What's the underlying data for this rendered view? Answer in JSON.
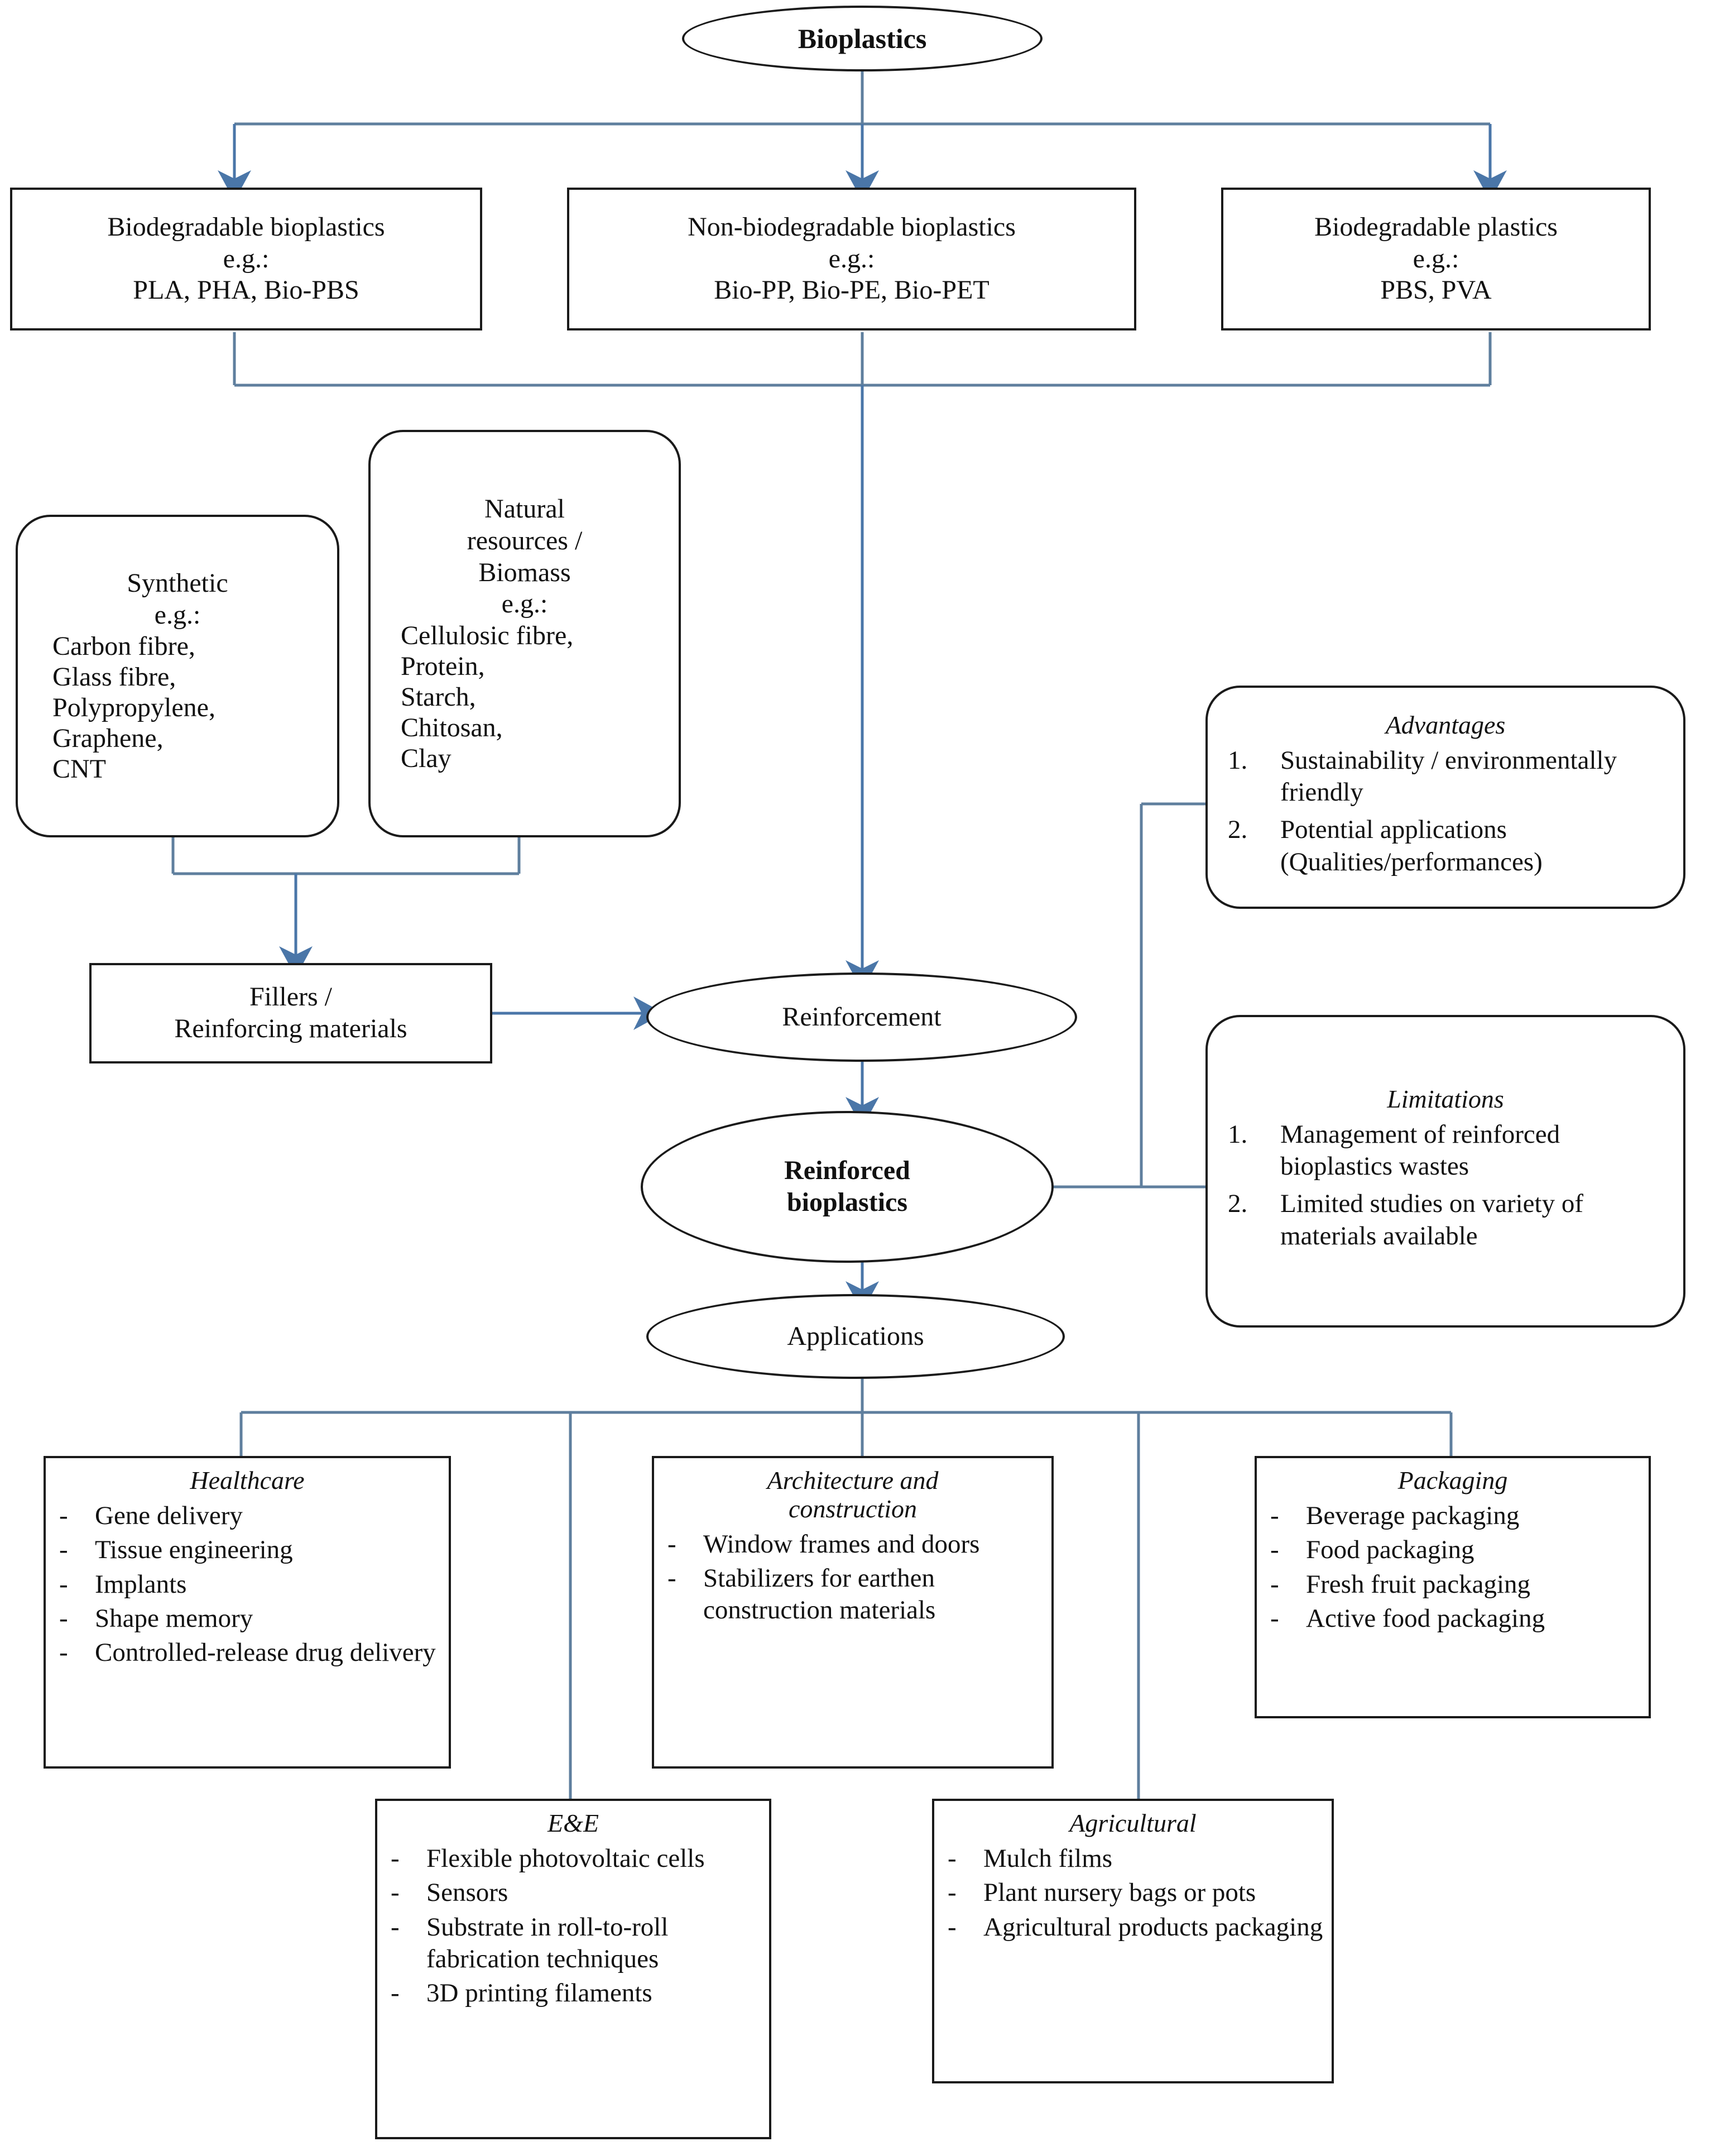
{
  "diagram": {
    "title_node": {
      "label": "Bioplastics"
    },
    "types": [
      {
        "name": "Biodegradable bioplastics",
        "eg_label": "e.g.:",
        "examples": "PLA, PHA, Bio-PBS"
      },
      {
        "name": "Non-biodegradable bioplastics",
        "eg_label": "e.g.:",
        "examples": "Bio-PP, Bio-PE, Bio-PET"
      },
      {
        "name": "Biodegradable plastics",
        "eg_label": "e.g.:",
        "examples": "PBS, PVA"
      }
    ],
    "sources": [
      {
        "name": "Synthetic",
        "eg_label": "e.g.:",
        "items": [
          "Carbon fibre,",
          "Glass fibre,",
          "Polypropylene,",
          "Graphene,",
          "CNT"
        ]
      },
      {
        "name_line1": "Natural",
        "name_line2": "resources /",
        "name_line3": "Biomass",
        "eg_label": "e.g.:",
        "items": [
          "Cellulosic fibre,",
          "Protein,",
          "Starch,",
          "Chitosan,",
          "Clay"
        ]
      }
    ],
    "fillers": {
      "line1": "Fillers /",
      "line2": "Reinforcing materials"
    },
    "reinforcement": {
      "label": "Reinforcement"
    },
    "reinforced": {
      "line1": "Reinforced",
      "line2": "bioplastics"
    },
    "applications_node": {
      "label": "Applications"
    },
    "advantages": {
      "title": "Advantages",
      "items": [
        "Sustainability / environmentally friendly",
        "Potential applications (Qualities/performances)"
      ],
      "markers": [
        "1.",
        "2."
      ]
    },
    "limitations": {
      "title": "Limitations",
      "items": [
        "Management of reinforced bioplastics wastes",
        "Limited studies on variety of materials available"
      ],
      "markers": [
        "1.",
        "2."
      ]
    },
    "applications": [
      {
        "title": "Healthcare",
        "items": [
          "Gene delivery",
          "Tissue engineering",
          "Implants",
          "Shape memory",
          "Controlled-release drug delivery"
        ]
      },
      {
        "title_line1": "Architecture  and",
        "title_line2": "construction",
        "items": [
          "Window frames and doors",
          "Stabilizers for earthen construction materials"
        ]
      },
      {
        "title": "Packaging",
        "items": [
          "Beverage packaging",
          "Food packaging",
          "Fresh fruit packaging",
          "Active food packaging"
        ]
      },
      {
        "title": "E&E",
        "items": [
          "Flexible photovoltaic cells",
          "Sensors",
          "Substrate in roll-to-roll fabrication techniques",
          "3D printing filaments"
        ]
      },
      {
        "title": "Agricultural",
        "items": [
          "Mulch films",
          "Plant nursery bags or pots",
          "Agricultural products packaging"
        ]
      }
    ],
    "bullet_marker": "-",
    "colors": {
      "connector": "#4a76a8",
      "connector_dark": "#5f7f9e",
      "node_border": "#1a1a1a",
      "text": "#111111",
      "background": "#ffffff"
    }
  }
}
